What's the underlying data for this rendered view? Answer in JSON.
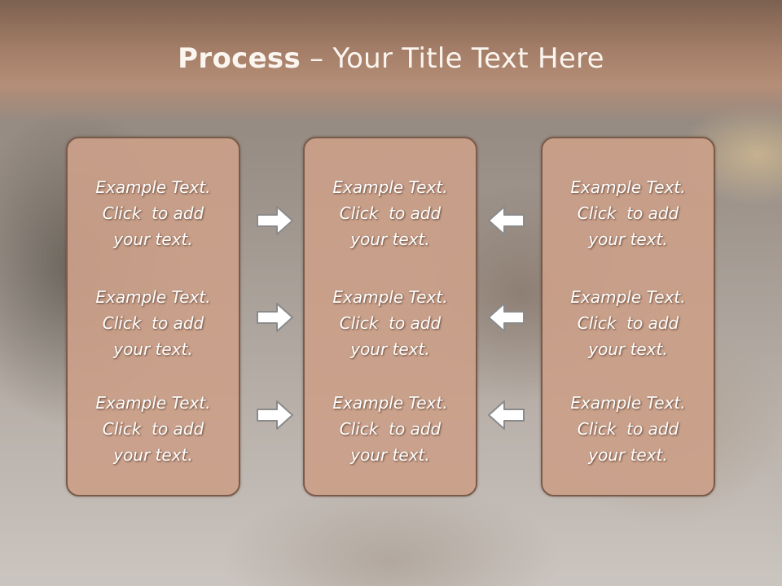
{
  "slide": {
    "title_strong": "Process",
    "title_rest": " – Your Title Text Here"
  },
  "columns": [
    {
      "items": [
        {
          "line1": "Example Text.",
          "line2": "Click  to add",
          "line3": "your text."
        },
        {
          "line1": "Example Text.",
          "line2": "Click  to add",
          "line3": "your text."
        },
        {
          "line1": "Example Text.",
          "line2": "Click  to add",
          "line3": "your text."
        }
      ]
    },
    {
      "items": [
        {
          "line1": "Example Text.",
          "line2": "Click  to add",
          "line3": "your text."
        },
        {
          "line1": "Example Text.",
          "line2": "Click  to add",
          "line3": "your text."
        },
        {
          "line1": "Example Text.",
          "line2": "Click  to add",
          "line3": "your text."
        }
      ]
    },
    {
      "items": [
        {
          "line1": "Example Text.",
          "line2": "Click  to add",
          "line3": "your text."
        },
        {
          "line1": "Example Text.",
          "line2": "Click  to add",
          "line3": "your text."
        },
        {
          "line1": "Example Text.",
          "line2": "Click  to add",
          "line3": "your text."
        }
      ]
    }
  ],
  "icons": {
    "left_arrows": "arrow-right-icon",
    "right_arrows": "arrow-left-icon"
  },
  "colors": {
    "header": "#a37d67",
    "card_fill": "#cba089",
    "card_border": "#7a5a48",
    "text": "#ffffff"
  }
}
